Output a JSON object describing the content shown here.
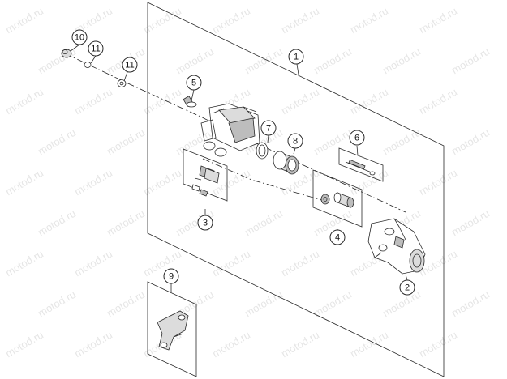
{
  "watermark": {
    "text": "motod.ru"
  },
  "callouts": [
    {
      "id": "10",
      "label": "10"
    },
    {
      "id": "11a",
      "label": "11"
    },
    {
      "id": "11b",
      "label": "11"
    },
    {
      "id": "5",
      "label": "5"
    },
    {
      "id": "1",
      "label": "1"
    },
    {
      "id": "7",
      "label": "7"
    },
    {
      "id": "8",
      "label": "8"
    },
    {
      "id": "6",
      "label": "6"
    },
    {
      "id": "3",
      "label": "3"
    },
    {
      "id": "4",
      "label": "4"
    },
    {
      "id": "2",
      "label": "2"
    },
    {
      "id": "9",
      "label": "9"
    }
  ],
  "colors": {
    "line": "#2a2a2a",
    "watermark": "#e6e6e6",
    "background": "#ffffff"
  }
}
